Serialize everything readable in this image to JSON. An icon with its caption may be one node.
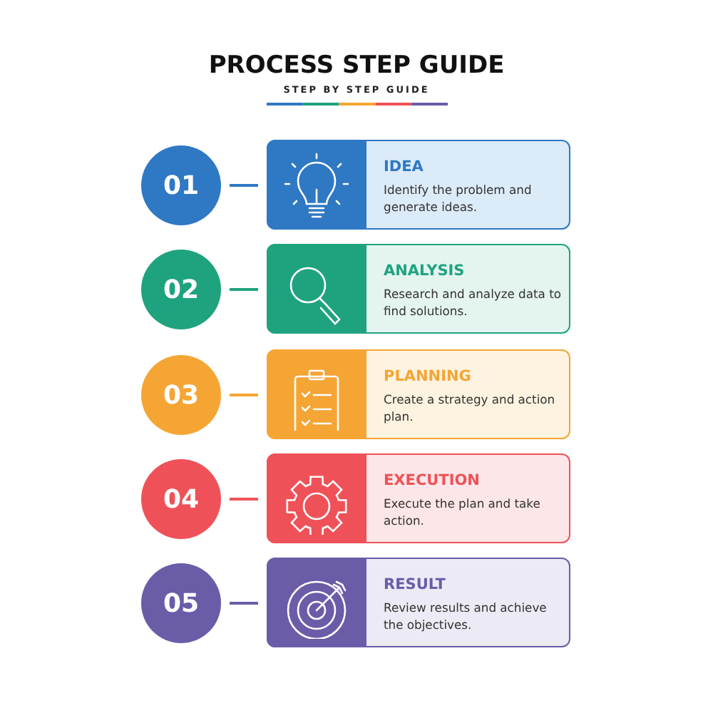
{
  "diagram": {
    "title": "PROCESS STEP GUIDE",
    "caption": "STEP BY STEP GUIDE",
    "nodes": [
      {
        "text": [
          "01"
        ]
      },
      {
        "text": [
          "IDEA",
          "Identify the problem and generate ideas."
        ]
      },
      {
        "text": [
          "02"
        ]
      },
      {
        "text": [
          "ANALYSIS",
          "Research and analyze data to find solutions."
        ]
      },
      {
        "text": [
          "03"
        ]
      },
      {
        "text": [
          "PLANNING",
          "Create a strategy  and action plan."
        ]
      },
      {
        "text": [
          "04"
        ]
      },
      {
        "text": [
          "EXECUTION",
          "Execute the plan and take action."
        ]
      },
      {
        "text": [
          "05"
        ]
      },
      {
        "text": [
          "RESULT",
          "Review results and achieve the objectives."
        ]
      }
    ],
    "edges": [
      {
        "from": 0,
        "to": 1,
        "arrow": "none",
        "color": "#2f78c4"
      },
      {
        "from": 2,
        "to": 3,
        "arrow": "none",
        "color": "#1fa37f"
      },
      {
        "from": 4,
        "to": 5,
        "arrow": "none",
        "color": "#f5a534"
      },
      {
        "from": 6,
        "to": 7,
        "arrow": "none",
        "color": "#ee5258"
      },
      {
        "from": 8,
        "to": 9,
        "arrow": "none",
        "color": "#6b5ca8"
      }
    ]
  }
}
